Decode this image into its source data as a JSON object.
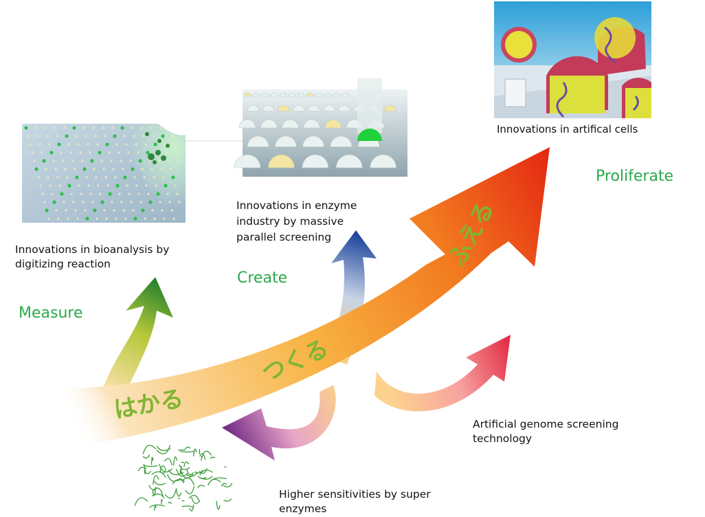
{
  "stages": {
    "measure": "Measure",
    "create": "Create",
    "proliferate": "Proliferate"
  },
  "arrow_labels": {
    "hakaru": "はかる",
    "tsukuru": "つくる",
    "fueru": "ふえる"
  },
  "captions": {
    "bioanalysis": "Innovations in bioanalysis by digitizing reaction",
    "enzyme_industry": "Innovations in enzyme industry by massive parallel screening",
    "artificial_cells": "Innovations in artifical cells",
    "genome_screening": "Artificial genome screening technology",
    "super_enzymes": "Higher sensitivities by super enzymes"
  },
  "colors": {
    "main_arrow_start": "#fbe4bd",
    "main_arrow_mid": "#f7a92f",
    "main_arrow_end": "#ea2a14",
    "measure_arrow": "#2e8b2e",
    "create_arrow": "#1e56a6",
    "genome_arrow": "#e23a4e",
    "enzyme_arrow": "#7d2c86",
    "label_green": "#2aa84a",
    "jp_text": "#7fb534"
  },
  "icons": {
    "bioanalysis_image": "droplet-array-image",
    "enzyme_image": "microchamber-array-image",
    "cells_image": "artificial-cell-image",
    "protein_image": "protein-structure-image"
  }
}
